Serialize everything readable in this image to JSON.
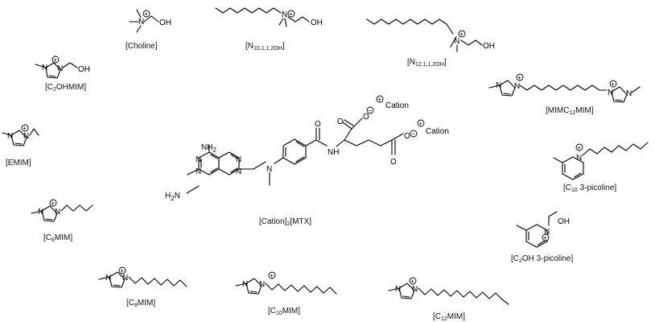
{
  "compounds": {
    "choline": {
      "label": "[Choline]"
    },
    "n10": {
      "label_pre": "[N",
      "label_sub": "10,1,1,2OH",
      "label_post": "]"
    },
    "n12": {
      "label_pre": "[N",
      "label_sub": "12,1,1,2OH",
      "label_post": "]"
    },
    "c2ohmim": {
      "label_pre": "[C",
      "label_sub": "2",
      "label_post": "OHMIM]"
    },
    "mimc12mim": {
      "label_pre": "[MIMC",
      "label_sub": "12",
      "label_post": "MIM]"
    },
    "emim": {
      "label": "[EMIM]"
    },
    "c10pic": {
      "label_pre": "[C",
      "label_sub": "10",
      "label_post": " 3-picoline]"
    },
    "c6mim": {
      "label_pre": "[C",
      "label_sub": "6",
      "label_post": "MIM]"
    },
    "c2ohpic": {
      "label_pre": "[C",
      "label_sub": "2",
      "label_post": "OH 3-picoline]"
    },
    "c8mim": {
      "label_pre": "[C",
      "label_sub": "8",
      "label_post": "MIM]"
    },
    "c10mim": {
      "label_pre": "[C",
      "label_sub": "10",
      "label_post": "MIM]"
    },
    "c12mim": {
      "label_pre": "[C",
      "label_sub": "12",
      "label_post": "MIM]"
    },
    "mtx": {
      "label_pre": "[Cation]",
      "label_sub": "2",
      "label_post": "[MTX]"
    }
  },
  "atoms": {
    "n": "N",
    "oh": "OH",
    "o": "O",
    "nh": "NH",
    "nh2": "NH",
    "h2n": "H",
    "two": "2",
    "plus": "+",
    "minus": "−"
  },
  "mtx_counter_ion": "Cation"
}
